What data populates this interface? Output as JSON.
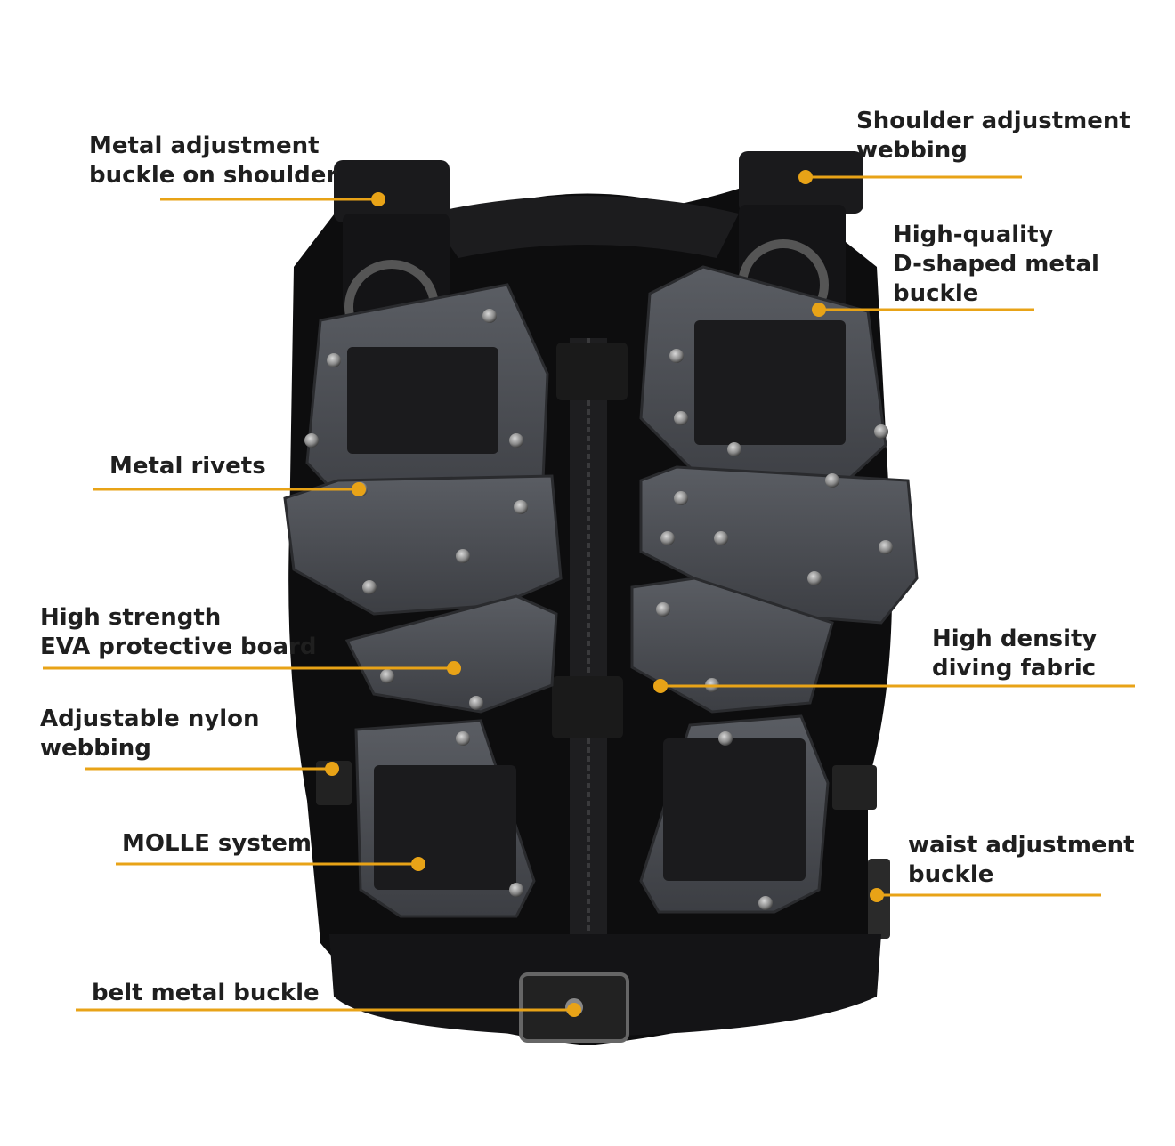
{
  "accent_color": "#e8a317",
  "labels": {
    "shoulder_buckle": [
      "Metal adjustment",
      "buckle on shoulder"
    ],
    "shoulder_webbing": [
      "Shoulder adjustment",
      "webbing"
    ],
    "d_buckle": [
      "High-quality",
      "D-shaped metal",
      "buckle"
    ],
    "rivets": [
      "Metal rivets"
    ],
    "eva_board": [
      "High strength",
      "EVA protective board"
    ],
    "diving_fabric": [
      "High density",
      "diving fabric"
    ],
    "nylon_webbing": [
      "Adjustable nylon",
      "webbing"
    ],
    "molle": [
      "MOLLE system"
    ],
    "waist_buckle": [
      "waist adjustment",
      "buckle"
    ],
    "belt_buckle": [
      "belt metal buckle"
    ]
  }
}
